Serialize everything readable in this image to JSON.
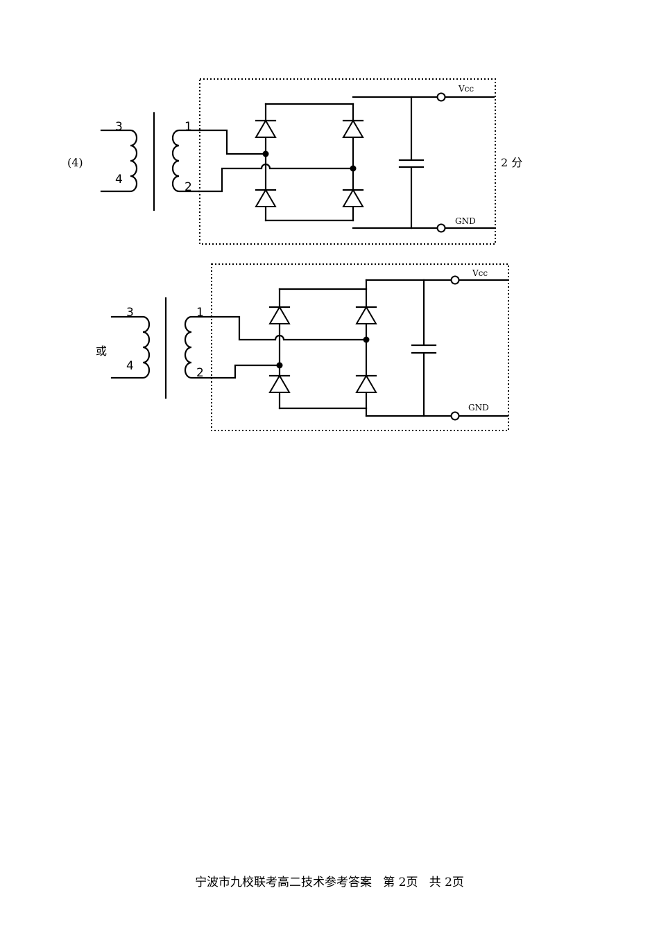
{
  "question_label": "(4)",
  "score_label": "2 分",
  "alt_label": "或",
  "circuit_a": {
    "primary_pins": [
      "3",
      "4"
    ],
    "secondary_pins": [
      "1",
      "2"
    ],
    "vcc_label": "Vcc",
    "gnd_label": "GND"
  },
  "circuit_b": {
    "primary_pins": [
      "3",
      "4"
    ],
    "secondary_pins": [
      "1",
      "2"
    ],
    "vcc_label": "Vcc",
    "gnd_label": "GND"
  },
  "footer": "宁波市九校联考高二技术参考答案   第 2页   共 2页"
}
